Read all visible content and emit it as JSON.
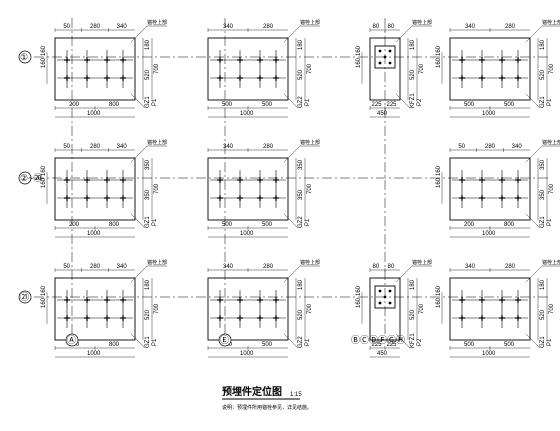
{
  "title": "预埋件定位图",
  "title_scale": "1:15",
  "note": "说明：预埋件所用锚栓参见，详见结施。",
  "row_axis_labels": [
    "①",
    "②~⑳",
    "㉑"
  ],
  "col_axis_labels": [
    "Ⓐ",
    "Ⓔ",
    "ⒷⒸⒹⒻⒼⒽ"
  ],
  "plate_types": {
    "P1": {
      "code": "P1",
      "mark": "GZ1",
      "anchor_label": "锚栓上部",
      "top_dims": [
        "50",
        "280",
        "340"
      ],
      "bottom_dims": [
        "200",
        "800"
      ],
      "total": "1000",
      "left_dims": [
        "160",
        "160"
      ],
      "right_dims": [
        "180",
        "520",
        "700"
      ]
    },
    "P1b": {
      "code": "P1",
      "mark": "GZ1",
      "anchor_label": "锚栓上部",
      "top_dims": [
        "50",
        "280",
        "340"
      ],
      "bottom_dims": [
        "200",
        "800"
      ],
      "total": "1000",
      "left_dims": [
        "160",
        "160"
      ],
      "right_dims": [
        "350",
        "350",
        "700"
      ]
    },
    "P1c": {
      "code": "P1",
      "mark": "GZ1",
      "anchor_label": "锚栓上部",
      "top_dims": [
        "50",
        "280",
        "340"
      ],
      "bottom_dims": [
        "200",
        "800"
      ],
      "total": "1000",
      "left_dims": [
        "160",
        "160"
      ],
      "right_dims": [
        "180",
        "520",
        "700"
      ]
    },
    "P1d": {
      "code": "P1",
      "mark": "GZ2",
      "anchor_label": "锚栓上部",
      "top_dims": [
        "340",
        "280"
      ],
      "bottom_dims": [
        "500",
        "500"
      ],
      "total": "1000",
      "left_dims": [],
      "right_dims": [
        "180",
        "520",
        "700"
      ]
    },
    "P1e": {
      "code": "P1",
      "mark": "GZ2",
      "anchor_label": "锚栓上部",
      "top_dims": [
        "340",
        "280"
      ],
      "bottom_dims": [
        "500",
        "500"
      ],
      "total": "1000",
      "left_dims": [],
      "right_dims": [
        "350",
        "350",
        "700"
      ]
    },
    "P2": {
      "code": "P2",
      "mark": "KFZ1",
      "anchor_label": "锚栓上部",
      "top_dims": [
        "80",
        "80"
      ],
      "bottom_dims": [
        "225",
        "225"
      ],
      "total": "450",
      "left_dims": [
        "160",
        "160"
      ],
      "right_dims": [
        "180",
        "520",
        "700"
      ]
    },
    "P1f": {
      "code": "P1",
      "mark": "GZ1",
      "anchor_label": "锚栓上部",
      "top_dims": [
        "340",
        "280"
      ],
      "bottom_dims": [
        "500",
        "500"
      ],
      "total": "1000",
      "left_dims": [
        "160",
        "160"
      ],
      "right_dims": [
        "180",
        "520",
        "700"
      ]
    }
  },
  "rows": [
    [
      "P1",
      "P1d",
      "P2",
      "P1f"
    ],
    [
      "P1b",
      "P1e",
      null,
      "P1b"
    ],
    [
      "P1c",
      "P1d",
      "P2",
      "P1f"
    ]
  ]
}
